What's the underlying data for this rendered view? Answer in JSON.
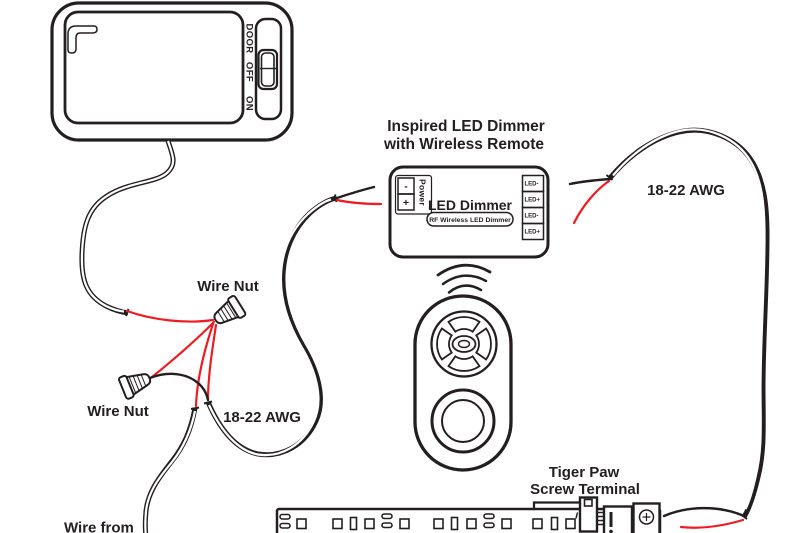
{
  "title": {
    "line1": "Inspired LED Dimmer",
    "line2": "with Wireless Remote"
  },
  "fixture": {
    "switch_labels": [
      "DOOR",
      "OFF",
      "ON"
    ]
  },
  "wire_nuts": {
    "top_label": "Wire Nut",
    "bottom_label": "Wire Nut"
  },
  "wires": {
    "awg_left": "18-22 AWG",
    "awg_right": "18-22 AWG",
    "wire_from": "Wire from"
  },
  "dimmer": {
    "label": "LED Dimmer",
    "badge": "RF Wireless LED Dimmer",
    "power_label": "Power",
    "power_terminals": [
      "-",
      "+"
    ],
    "led_terminals": [
      "LED-",
      "LED+",
      "LED-",
      "LED+"
    ]
  },
  "strip": {
    "terminal_label_line1": "Tiger Paw",
    "terminal_label_line2": "Screw Terminal"
  },
  "colors": {
    "wire_red": "#ed1c24",
    "ink": "#231f20"
  }
}
